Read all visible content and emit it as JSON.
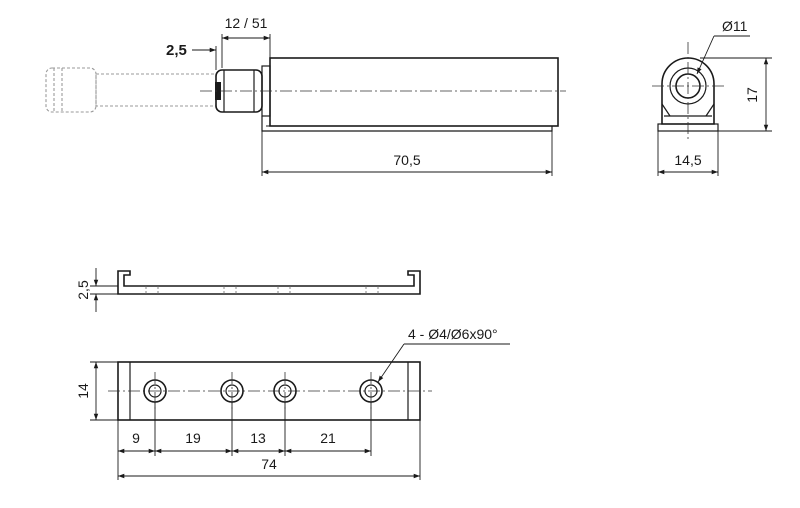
{
  "dimensions": {
    "top_stroke": "12 / 51",
    "top_offset": "2,5",
    "top_length": "70,5",
    "side_diameter": "Ø11",
    "side_height": "17",
    "side_width": "14,5",
    "mid_thickness": "2,5",
    "bottom_holes": "4 - Ø4/Ø6x90°",
    "bottom_height": "14",
    "seg_1": "9",
    "seg_2": "19",
    "seg_3": "13",
    "seg_4": "21",
    "bottom_length": "74"
  }
}
